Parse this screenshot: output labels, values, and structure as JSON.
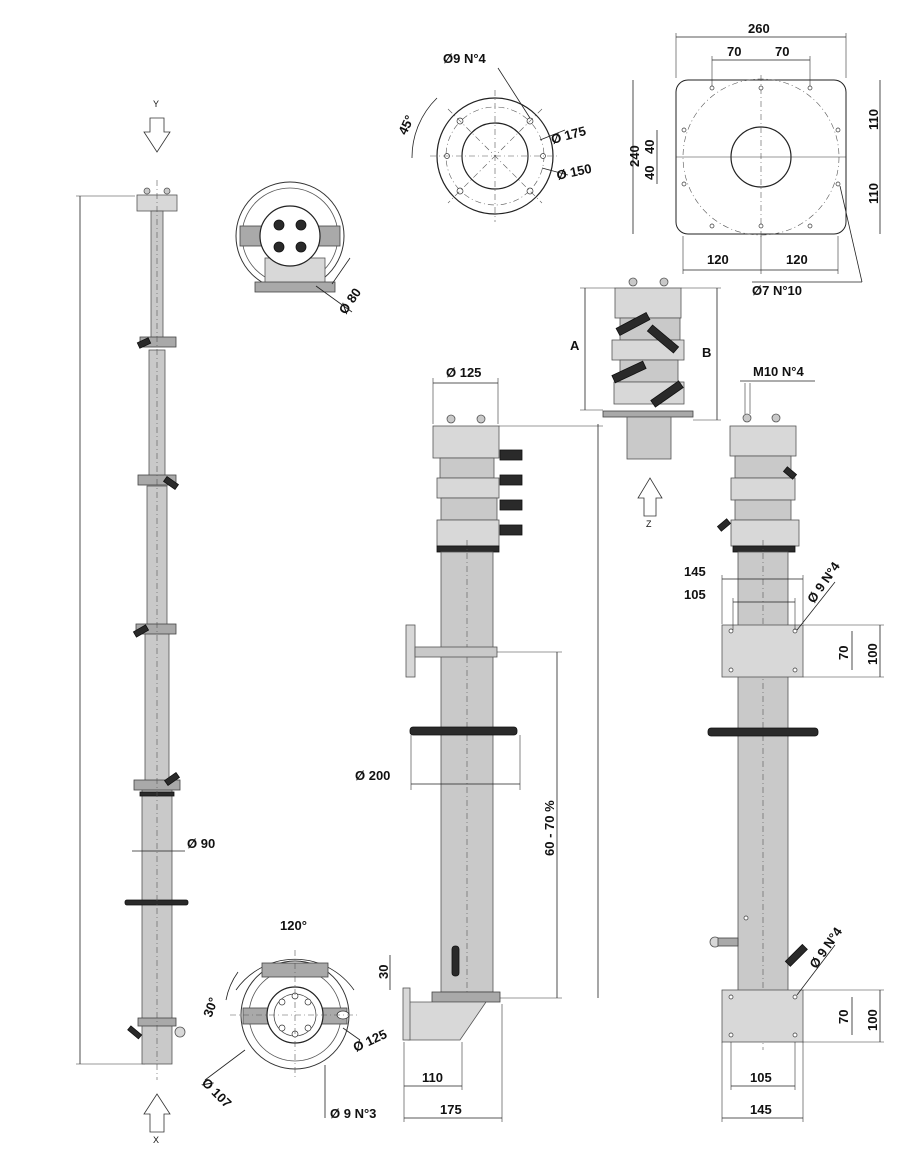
{
  "views": {
    "mast_full": {
      "top_arrow_label": "Y",
      "bottom_arrow_label": "X",
      "diameter_label": "Ø 90"
    },
    "top_view_small": {
      "diameter_label": "Ø 80"
    },
    "flange_round": {
      "angle_label": "45°",
      "holes_label": "Ø9 N°4",
      "outer_diameter_label": "Ø 175",
      "inner_diameter_label": "Ø 150"
    },
    "base_plate_square": {
      "width_label": "260",
      "top_70_left": "70",
      "top_70_right": "70",
      "height_label": "240",
      "inner_40_top": "40",
      "inner_40_bottom": "40",
      "right_110_top": "110",
      "right_110_bottom": "110",
      "bottom_120_left": "120",
      "bottom_120_right": "120",
      "holes_label": "Ø7 N°10"
    },
    "head_detail": {
      "label_a": "A",
      "label_b": "B",
      "arrow_label": "Z"
    },
    "mast_side": {
      "top_diameter_label": "Ø 125",
      "ring_diameter_label": "Ø 200",
      "percent_label": "60 - 70 %"
    },
    "mast_right": {
      "thread_label": "M10 N°4",
      "dim_145_top": "145",
      "dim_105_top": "105",
      "holes_top_label": "Ø 9 N°4",
      "dim_70_top": "70",
      "dim_100_top": "100",
      "holes_bottom_label": "Ø 9 N°4",
      "dim_70_bottom": "70",
      "dim_100_bottom": "100",
      "dim_105_bottom": "105",
      "dim_145_bottom": "145"
    },
    "base_round": {
      "angle_120": "120°",
      "angle_30": "30°",
      "diameter_125": "Ø 125",
      "diameter_107": "Ø 107",
      "holes_label": "Ø 9 N°3"
    },
    "base_bracket": {
      "dim_30": "30",
      "dim_110": "110",
      "dim_175": "175"
    }
  }
}
